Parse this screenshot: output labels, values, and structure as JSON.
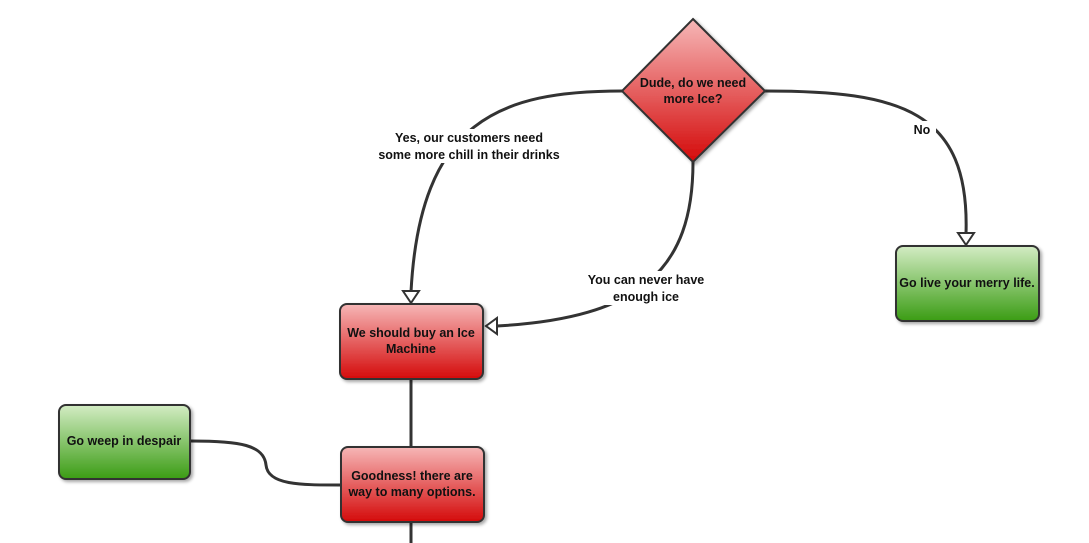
{
  "colors": {
    "red_top": "#f6b7b7",
    "red_bottom": "#d40a0a",
    "green_top": "#cfe9c0",
    "green_bottom": "#3b9c14",
    "stroke": "#333333"
  },
  "nodes": {
    "decision": {
      "line1": "Dude, do we need",
      "line2": "more Ice?"
    },
    "buy_machine": {
      "line1": "We should buy an Ice",
      "line2": "Machine"
    },
    "merry_life": {
      "line1": "Go live your merry life."
    },
    "options": {
      "line1": "Goodness! there are",
      "line2": "way to many options."
    },
    "despair": {
      "line1": "Go weep in despair"
    }
  },
  "edges": {
    "yes": {
      "line1": "Yes, our customers need",
      "line2": "some more chill in their drinks"
    },
    "no": {
      "line1": "No"
    },
    "never_enough": {
      "line1": "You can never have",
      "line2": "enough ice"
    }
  }
}
